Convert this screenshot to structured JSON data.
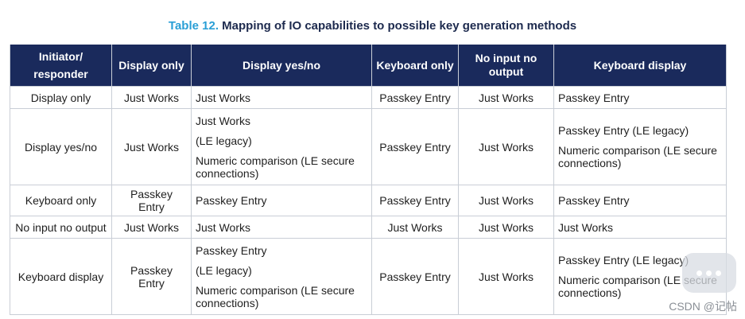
{
  "caption": {
    "number": "Table 12.",
    "title": "Mapping of IO capabilities to possible key generation methods"
  },
  "table": {
    "headers": [
      "Initiator/ responder",
      "Display only",
      "Display yes/no",
      "Keyboard only",
      "No input no output",
      "Keyboard display"
    ],
    "rows": [
      {
        "label": "Display only",
        "cells": [
          [
            "Just Works"
          ],
          [
            "Just Works"
          ],
          [
            "Passkey Entry"
          ],
          [
            "Just Works"
          ],
          [
            "Passkey Entry"
          ]
        ]
      },
      {
        "label": "Display yes/no",
        "cells": [
          [
            "Just Works"
          ],
          [
            "Just Works",
            "(LE legacy)",
            "Numeric comparison (LE secure connections)"
          ],
          [
            "Passkey Entry"
          ],
          [
            "Just Works"
          ],
          [
            "Passkey Entry (LE legacy)",
            "Numeric comparison (LE secure connections)"
          ]
        ]
      },
      {
        "label": "Keyboard only",
        "cells": [
          [
            "Passkey Entry"
          ],
          [
            "Passkey Entry"
          ],
          [
            "Passkey Entry"
          ],
          [
            "Just Works"
          ],
          [
            "Passkey Entry"
          ]
        ]
      },
      {
        "label": "No input no output",
        "cells": [
          [
            "Just Works"
          ],
          [
            "Just Works"
          ],
          [
            "Just Works"
          ],
          [
            "Just Works"
          ],
          [
            "Just Works"
          ]
        ]
      },
      {
        "label": "Keyboard display",
        "cells": [
          [
            "Passkey Entry"
          ],
          [
            "Passkey Entry",
            "(LE legacy)",
            "Numeric comparison (LE secure connections)"
          ],
          [
            "Passkey Entry"
          ],
          [
            "Just Works"
          ],
          [
            "Passkey Entry (LE legacy)",
            "Numeric comparison (LE secure connections)"
          ]
        ]
      }
    ],
    "highlight": {
      "row": 1,
      "col": 4,
      "line": 1,
      "color": "#e0303a"
    }
  },
  "watermark": "CSDN @记帖",
  "colors": {
    "header_bg": "#1a2a5c",
    "caption_number": "#2a9fd6",
    "caption_title": "#1d2a4e",
    "grid": "#c9ced6"
  }
}
